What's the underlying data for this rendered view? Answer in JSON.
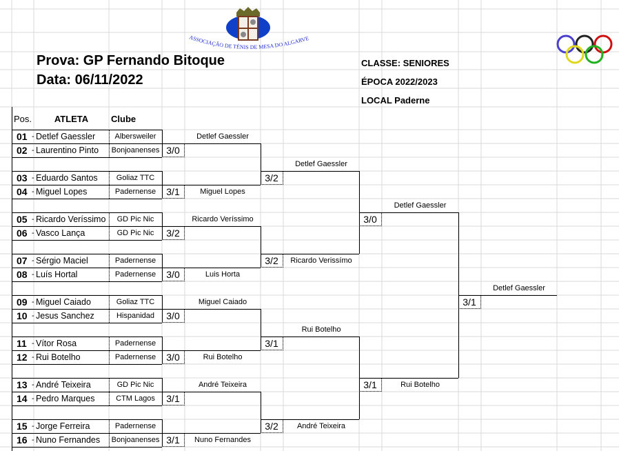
{
  "header": {
    "prova": "Prova: GP Fernando Bitoque",
    "data": "Data: 06/11/2022",
    "classe": "CLASSE: SENIORES",
    "epoca": "ÉPOCA  2022/2023",
    "local": "LOCAL  Paderne",
    "logo_text": "ASSOCIAÇÃO DE TÉNIS DE MESA DO ALGARVE"
  },
  "table_headers": {
    "pos": "Pos.",
    "atleta": "ATLETA",
    "clube": "Clube"
  },
  "players": [
    {
      "pos": "01",
      "name": "Detlef Gaessler",
      "club": "Albersweiler"
    },
    {
      "pos": "02",
      "name": "Laurentino Pinto",
      "club": "Bonjoanenses"
    },
    {
      "pos": "03",
      "name": "Eduardo Santos",
      "club": "Goliaz TTC"
    },
    {
      "pos": "04",
      "name": "Miguel Lopes",
      "club": "Padernense"
    },
    {
      "pos": "05",
      "name": "Ricardo Veríssimo",
      "club": "GD Pic Nic"
    },
    {
      "pos": "06",
      "name": "Vasco Lança",
      "club": "GD Pic Nic"
    },
    {
      "pos": "07",
      "name": "Sérgio Maciel",
      "club": "Padernense"
    },
    {
      "pos": "08",
      "name": "Luís Hortal",
      "club": "Padernense"
    },
    {
      "pos": "09",
      "name": "Miguel Caiado",
      "club": "Goliaz TTC"
    },
    {
      "pos": "10",
      "name": "Jesus Sanchez",
      "club": "Hispanidad"
    },
    {
      "pos": "11",
      "name": "Vítor Rosa",
      "club": "Padernense"
    },
    {
      "pos": "12",
      "name": "Rui Botelho",
      "club": "Padernense"
    },
    {
      "pos": "13",
      "name": "André Teixeira",
      "club": "GD Pic Nic"
    },
    {
      "pos": "14",
      "name": "Pedro Marques",
      "club": "CTM Lagos"
    },
    {
      "pos": "15",
      "name": "Jorge Ferreira",
      "club": "Padernense"
    },
    {
      "pos": "16",
      "name": "Nuno Fernandes",
      "club": "Bonjoanenses"
    }
  ],
  "pos_separator": "-",
  "rounds": [
    {
      "matches": [
        {
          "winner": "Detlef Gaessler",
          "score": "3/0"
        },
        {
          "winner": "Miguel Lopes",
          "score": "3/1"
        },
        {
          "winner": "Ricardo Veríssimo",
          "score": "3/2"
        },
        {
          "winner": "Luis Horta",
          "score": "3/0"
        },
        {
          "winner": "Miguel Caiado",
          "score": "3/0"
        },
        {
          "winner": "Rui Botelho",
          "score": "3/0"
        },
        {
          "winner": "André Teixeira",
          "score": "3/1"
        },
        {
          "winner": "Nuno Fernandes",
          "score": "3/1"
        }
      ]
    },
    {
      "matches": [
        {
          "winner": "Detlef Gaessler",
          "score": "3/2"
        },
        {
          "winner": "Ricardo Verissímo",
          "score": "3/2"
        },
        {
          "winner": "Rui Botelho",
          "score": "3/1"
        },
        {
          "winner": "André Teixeira",
          "score": "3/2"
        }
      ]
    },
    {
      "matches": [
        {
          "winner": "Detlef Gaessler",
          "score": "3/0"
        },
        {
          "winner": "Rui Botelho",
          "score": "3/1"
        }
      ]
    },
    {
      "matches": [
        {
          "winner": "Detlef Gaessler",
          "score": "3/1"
        }
      ]
    }
  ]
}
